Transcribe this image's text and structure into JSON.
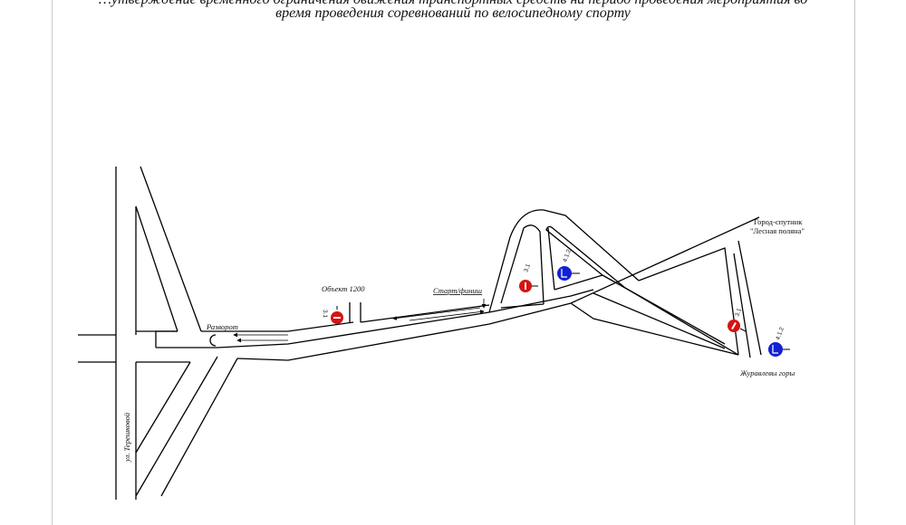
{
  "header": {
    "partial_line": "…утверждение временного ограничения движения транспортных средств на период проведения мероприятия во",
    "title": "время проведения соревнований по велосипедному спорту"
  },
  "labels": {
    "street": "ул. Терешковой",
    "turnaround": "Разворот",
    "object": "Объект 1200",
    "start_finish": "Старт/финиш",
    "satellite_town_line1": "Город-спутник",
    "satellite_town_line2": "\"Лесная поляна\"",
    "zhuravlevy_gory": "Журавлевы горы"
  },
  "signs": [
    {
      "kind": "no-entry",
      "code": "3.1",
      "color": "#d41414"
    },
    {
      "kind": "no-entry",
      "code": "3.1",
      "color": "#d41414"
    },
    {
      "kind": "detour",
      "code": "4.1.2",
      "color": "#1420d4"
    },
    {
      "kind": "no-entry",
      "code": "3.1",
      "color": "#d41414"
    },
    {
      "kind": "detour",
      "code": "4.1.2",
      "color": "#1420d4"
    }
  ],
  "colors": {
    "road_line": "#000000",
    "frame": "#c8c8c8"
  }
}
